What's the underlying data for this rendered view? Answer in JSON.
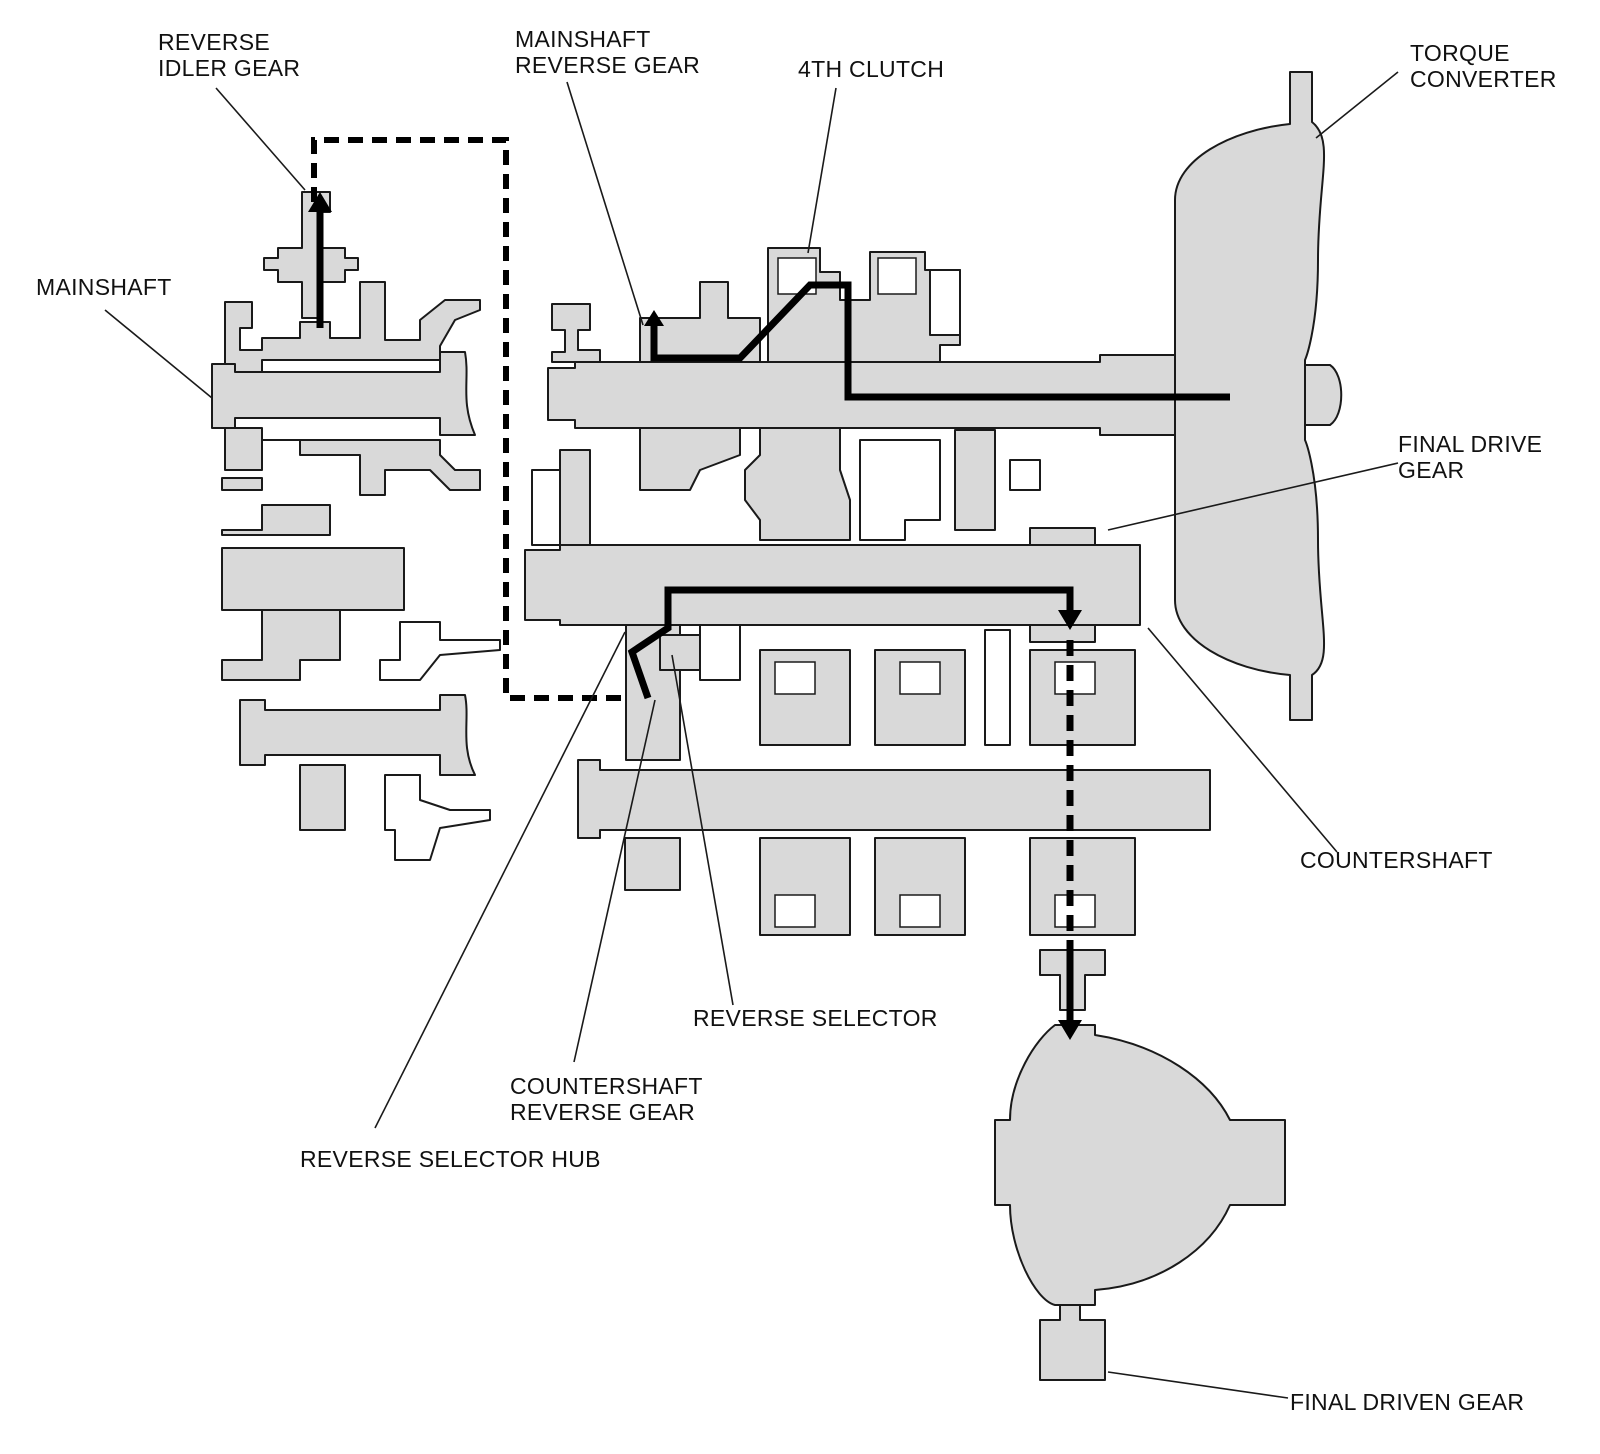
{
  "labels": {
    "reverse_idler_gear": [
      "REVERSE",
      "IDLER GEAR"
    ],
    "mainshaft_reverse_gear": [
      "MAINSHAFT",
      "REVERSE GEAR"
    ],
    "fourth_clutch": "4TH CLUTCH",
    "torque_converter": [
      "TORQUE",
      "CONVERTER"
    ],
    "mainshaft": "MAINSHAFT",
    "final_drive_gear": [
      "FINAL DRIVE",
      "GEAR"
    ],
    "countershaft": "COUNTERSHAFT",
    "reverse_selector": "REVERSE SELECTOR",
    "countershaft_reverse_gear": [
      "COUNTERSHAFT",
      "REVERSE GEAR"
    ],
    "reverse_selector_hub": "REVERSE SELECTOR HUB",
    "final_driven_gear": "FINAL DRIVEN GEAR"
  },
  "colors": {
    "part_fill": "#d9d9d9",
    "outline": "#1a1a1a",
    "power_flow": "#000000"
  }
}
